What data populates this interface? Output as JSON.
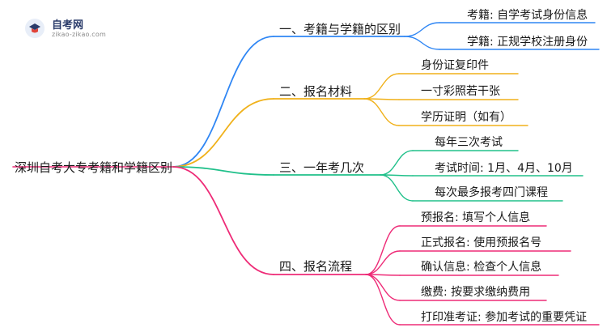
{
  "logo": {
    "title": "自考网",
    "url": "zikao-zikao.com",
    "icon": "graduation-cap-icon"
  },
  "root": "深圳自考大专考籍和学籍区别",
  "colors": {
    "blue": "#2f86f4",
    "orange": "#f0b11a",
    "green": "#20c08a",
    "pink": "#ee2b77"
  },
  "branches": [
    {
      "label": "一、考籍与学籍的区别",
      "color": "blue",
      "children": [
        "考籍: 自学考试身份信息",
        "学籍: 正规学校注册身份"
      ]
    },
    {
      "label": "二、报名材料",
      "color": "orange",
      "children": [
        "身份证复印件",
        "一寸彩照若干张",
        "学历证明（如有）"
      ]
    },
    {
      "label": "三、一年考几次",
      "color": "green",
      "children": [
        "每年三次考试",
        "考试时间: 1月、4月、10月",
        "每次最多报考四门课程"
      ]
    },
    {
      "label": "四、报名流程",
      "color": "pink",
      "children": [
        "预报名: 填写个人信息",
        "正式报名: 使用预报名号",
        "确认信息: 检查个人信息",
        "缴费: 按要求缴纳费用",
        "打印准考证: 参加考试的重要凭证"
      ]
    }
  ]
}
